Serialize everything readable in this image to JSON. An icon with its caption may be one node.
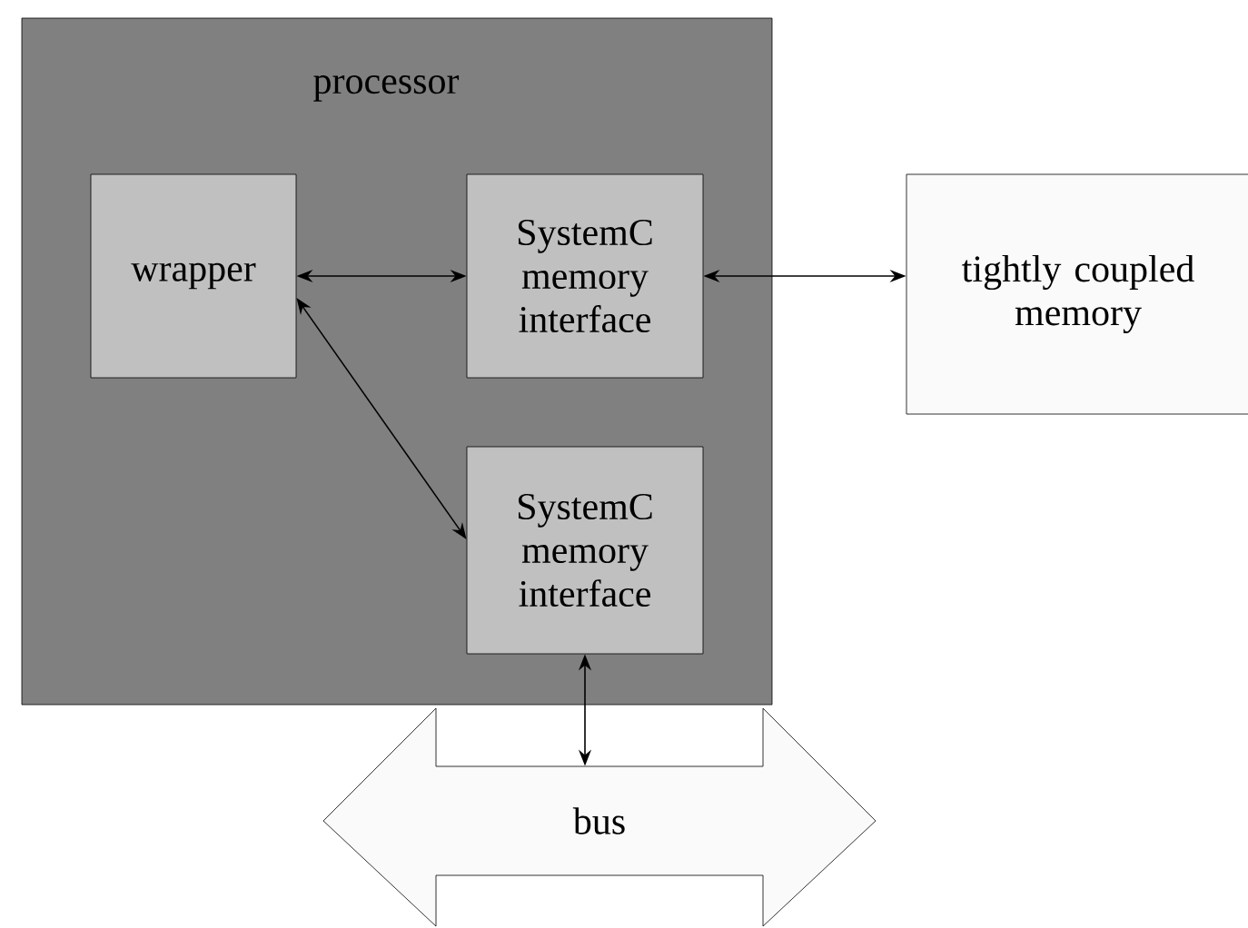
{
  "diagram": {
    "nodes": [
      {
        "text": [
          "processor"
        ]
      },
      {
        "text": [
          "wrapper"
        ],
        "in": 0
      },
      {
        "text": [
          "SystemC memory interface"
        ],
        "in": 0
      },
      {
        "text": [
          "SystemC memory interface"
        ],
        "in": 0
      },
      {
        "text": [
          "tightly coupled memory"
        ]
      },
      {
        "text": [
          "bus"
        ]
      }
    ],
    "edges": [
      {
        "from": 1,
        "to": 2,
        "arrow": "both"
      },
      {
        "from": 2,
        "to": 4,
        "arrow": "both"
      },
      {
        "from": 1,
        "to": 3,
        "arrow": "both"
      },
      {
        "from": 3,
        "to": 5,
        "arrow": "both"
      }
    ]
  }
}
